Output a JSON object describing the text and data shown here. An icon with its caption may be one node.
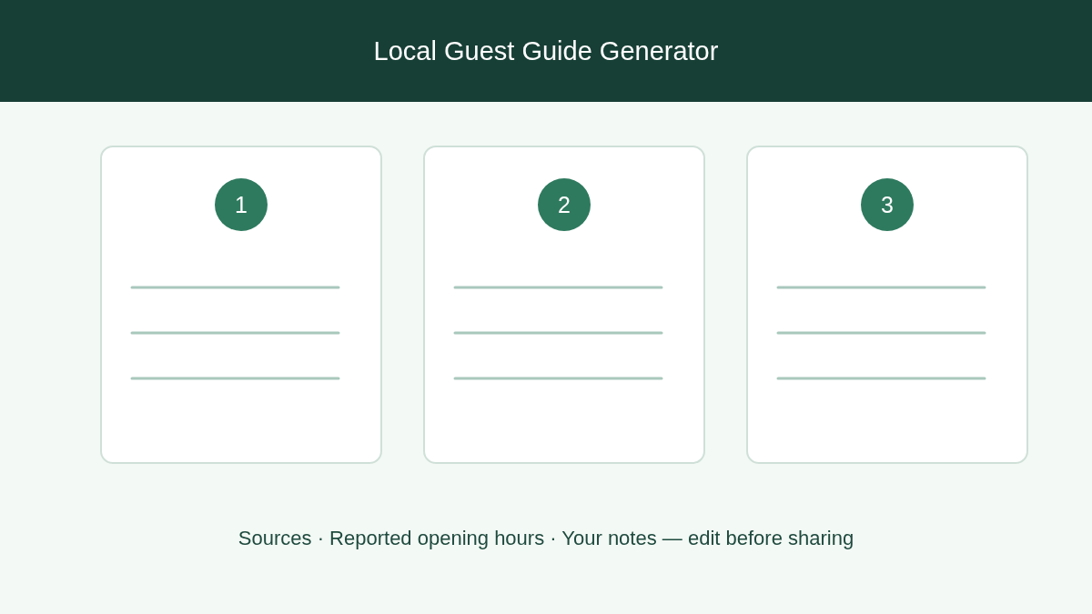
{
  "diagram": {
    "title": "Local Guest Guide Generator",
    "caption": "Sources · Reported opening hours · Your notes — edit before sharing",
    "nodes": [
      {
        "text": [],
        "shape": "box"
      },
      {
        "text": [
          "1"
        ],
        "in": 0
      },
      {
        "text": [],
        "shape": "box"
      },
      {
        "text": [
          "2"
        ],
        "in": 2
      },
      {
        "text": [],
        "shape": "box"
      },
      {
        "text": [
          "3"
        ],
        "in": 4
      }
    ]
  }
}
